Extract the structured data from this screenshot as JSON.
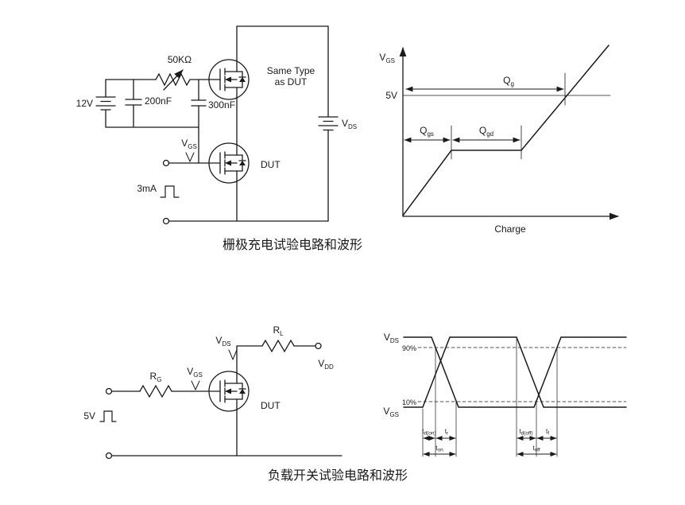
{
  "colors": {
    "line": "#1a1a1a",
    "background": "#ffffff"
  },
  "gate_charge": {
    "caption": "栅极充电试验电路和波形",
    "circuit": {
      "supply_label": "12V",
      "cap1_label": "200nF",
      "pot_label": "50KΩ",
      "cap2_label": "300nF",
      "same_type_line1": "Same Type",
      "same_type_line2": "as DUT",
      "vgs_main": "V",
      "vgs_sub": "GS",
      "dut_label": "DUT",
      "current_label": "3mA",
      "vds_main": "V",
      "vds_sub": "DS"
    },
    "waveform": {
      "yaxis_main": "V",
      "yaxis_sub": "GS",
      "level_label": "5V",
      "qg_main": "Q",
      "qg_sub": "g",
      "qgs_main": "Q",
      "qgs_sub": "gs",
      "qgd_main": "Q",
      "qgd_sub": "gd",
      "xaxis_label": "Charge"
    }
  },
  "switching": {
    "caption": "负载开关试验电路和波形",
    "circuit": {
      "rg_main": "R",
      "rg_sub": "G",
      "vgs_main": "V",
      "vgs_sub": "GS",
      "pulse_label": "5V",
      "dut_label": "DUT",
      "vds_main": "V",
      "vds_sub": "DS",
      "rl_main": "R",
      "rl_sub": "L",
      "vdd_main": "V",
      "vdd_sub": "DD"
    },
    "waveform": {
      "vds_main": "V",
      "vds_sub": "DS",
      "vgs_main": "V",
      "vgs_sub": "GS",
      "p90_label": "90%",
      "p10_label": "10%",
      "tdon_main": "t",
      "tdon_sub": "d(on)",
      "tr_main": "t",
      "tr_sub": "r",
      "ton_main": "t",
      "ton_sub": "on",
      "tdoff_main": "t",
      "tdoff_sub": "d(off)",
      "tf_main": "t",
      "tf_sub": "f",
      "toff_main": "t",
      "toff_sub": "off"
    }
  }
}
